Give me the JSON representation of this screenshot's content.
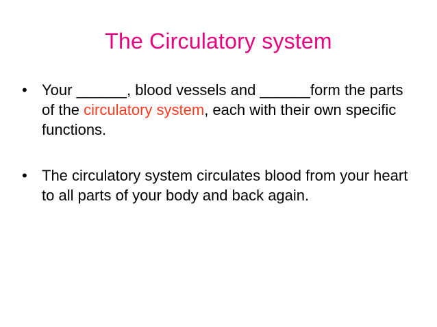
{
  "slide": {
    "title": "The Circulatory system",
    "title_color": "#e6007e",
    "highlight_color": "#ff3b1f",
    "bullet_glyph": "•",
    "bullets": [
      {
        "before": "Your ______, blood vessels and ______form the parts of the ",
        "highlight": "circulatory system",
        "after": ", each with their own specific functions."
      },
      {
        "text": "The circulatory system circulates blood from your heart to all parts of your body and back again."
      }
    ]
  }
}
